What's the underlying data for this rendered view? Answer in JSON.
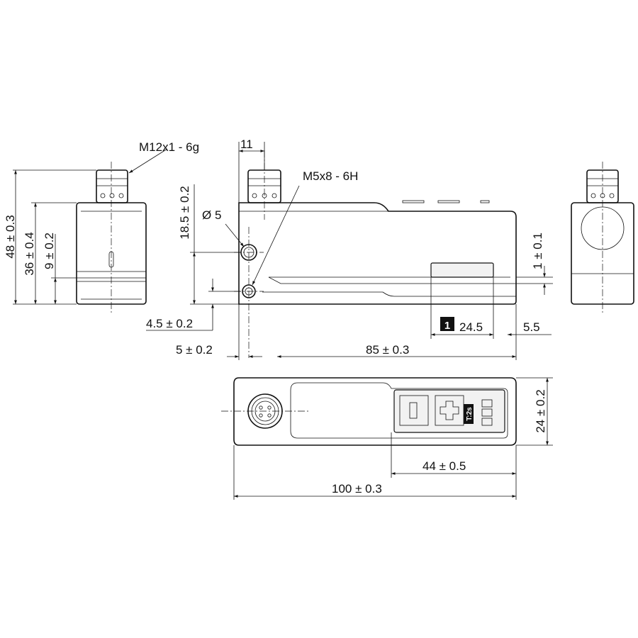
{
  "labels": {
    "thread_connector": "M12x1 - 6g",
    "thread_mount": "M5x8 - 6H",
    "dia_hole": "Ø 5",
    "dim_11": "11",
    "dim_48": "48 ± 0.3",
    "dim_36": "36 ± 0.4",
    "dim_9": "9 ± 0.2",
    "dim_18_5": "18.5 ± 0.2",
    "dim_4_5": "4.5 ± 0.2",
    "dim_5": "5 ± 0.2",
    "dim_85": "85 ± 0.3",
    "dim_1": "1 ± 0.1",
    "callout_number": "1",
    "dim_24_5": "24.5",
    "dim_5_5": "5.5",
    "dim_24": "24 ± 0.2",
    "dim_44": "44 ± 0.5",
    "dim_100": "100 ± 0.3",
    "panel_text": "T:2s"
  }
}
